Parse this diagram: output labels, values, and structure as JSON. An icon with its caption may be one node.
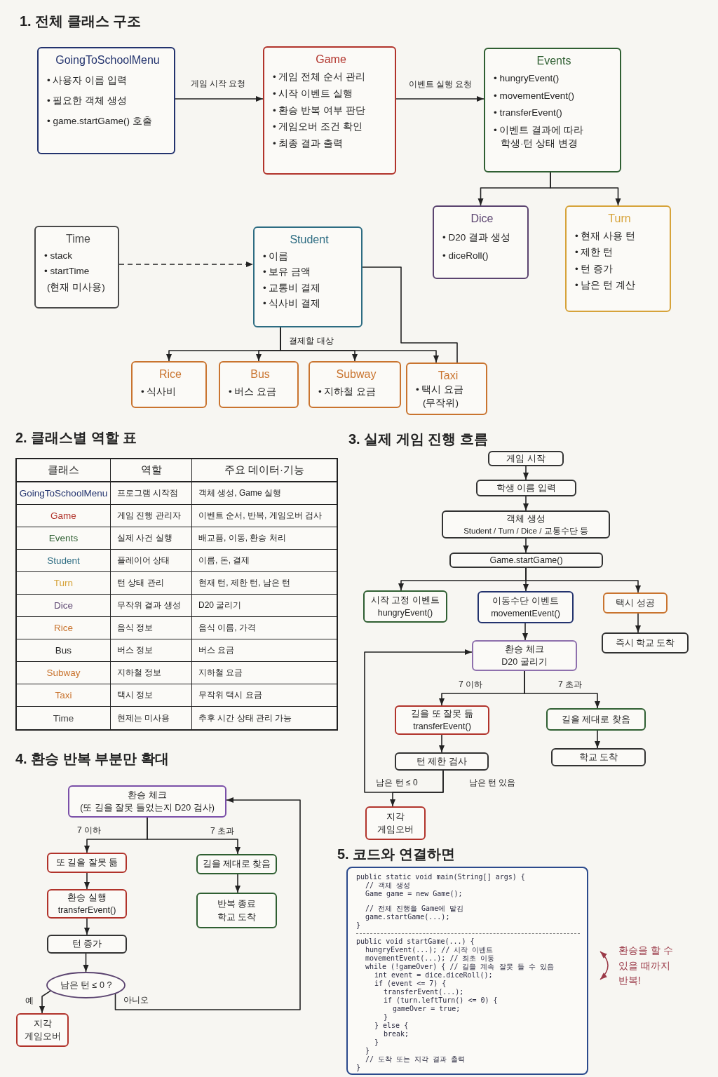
{
  "diagram": {
    "nodes": [
      {
        "text": [
          "GoingToSchoolMenu",
          "• 사용자 이름 입력",
          "• 필요한 객체 생성",
          "• game.startGame() 호출"
        ]
      },
      {
        "text": [
          "Game",
          "• 게임 전체 순서 관리",
          "• 시작 이벤트 실행",
          "• 환승 반복 여부 판단",
          "• 게임오버 조건 확인",
          "• 최종 결과 출력"
        ]
      },
      {
        "text": [
          "Events",
          "• hungryEvent()",
          "• movementEvent()",
          "• transferEvent()",
          "• 이벤트 결과에 따라 학생·턴 상태 변경"
        ]
      },
      {
        "text": [
          "Dice",
          "• D20 결과 생성",
          "• diceRoll()"
        ]
      },
      {
        "text": [
          "Turn",
          "• 현재 사용 턴",
          "• 제한 턴",
          "• 턴 증가",
          "• 남은 턴 계산"
        ]
      },
      {
        "text": [
          "Time",
          "• stack",
          "• startTime",
          "(현재 미사용)"
        ]
      },
      {
        "text": [
          "Student",
          "• 이름",
          "• 보유 금액",
          "• 교통비 결제",
          "• 식사비 결제"
        ]
      },
      {
        "text": [
          "Rice",
          "• 식사비"
        ]
      },
      {
        "text": [
          "Bus",
          "• 버스 요금"
        ]
      },
      {
        "text": [
          "Subway",
          "• 지하철 요금"
        ]
      },
      {
        "text": [
          "Taxi",
          "• 택시 요금 (무작위)"
        ]
      },
      {
        "text": [
          "게임 시작"
        ]
      },
      {
        "text": [
          "학생 이름 입력"
        ]
      },
      {
        "text": [
          "객체 생성",
          "Student / Turn / Dice / 교통수단 등"
        ]
      },
      {
        "text": [
          "Game.startGame()"
        ]
      },
      {
        "text": [
          "시작 고정 이벤트",
          "hungryEvent()"
        ]
      },
      {
        "text": [
          "이동수단 이벤트",
          "movementEvent()"
        ]
      },
      {
        "text": [
          "택시 성공"
        ]
      },
      {
        "text": [
          "즉시 학교 도착"
        ]
      },
      {
        "text": [
          "환승 체크",
          "D20 굴리기"
        ]
      },
      {
        "text": [
          "길을 또 잘못 듦",
          "transferEvent()"
        ]
      },
      {
        "text": [
          "길을 제대로 찾음"
        ]
      },
      {
        "text": [
          "턴 제한 검사"
        ]
      },
      {
        "text": [
          "학교 도착"
        ]
      },
      {
        "text": [
          "지각",
          "게임오버"
        ]
      },
      {
        "text": [
          "환승 체크",
          "(또 길을 잘못 들었는지 D20 검사)"
        ]
      },
      {
        "text": [
          "또 길을 잘못 듦"
        ]
      },
      {
        "text": [
          "길을 제대로 찾음"
        ]
      },
      {
        "text": [
          "환승 실행",
          "transferEvent()"
        ]
      },
      {
        "text": [
          "반복 종료",
          "학교 도착"
        ]
      },
      {
        "text": [
          "턴 증가"
        ]
      },
      {
        "text": [
          "남은 턴 ≤ 0 ?"
        ]
      },
      {
        "text": [
          "지각",
          "게임오버"
        ]
      },
      {
        "text": [
          "public static void main(String[] args) {",
          "// 객체 생성",
          "Game game = new Game();",
          "// 전체 진행을 Game에 맡김",
          "game.startGame(...);",
          "}",
          "public void startGame(...) {",
          "hungryEvent(...); // 시작 이벤트",
          "movementEvent(...); // 최초 이동",
          "while (!gameOver) { // 길을 계속 잘못 들 수 있음",
          "int event = dice.diceRoll();",
          "if (event <= 7) {",
          "transferEvent(...);",
          "if (turn.leftTurn() <= 0) {",
          "gameOver = true;",
          "}",
          "} else {",
          "break;",
          "}",
          "}",
          "// 도착 또는 지각 결과 출력",
          "}"
        ]
      }
    ],
    "edges": [
      {
        "from": 0,
        "to": 1,
        "arrow": "to",
        "label": "게임 시작 요청"
      },
      {
        "from": 1,
        "to": 2,
        "arrow": "to",
        "label": "이벤트 실행 요청"
      },
      {
        "from": 2,
        "to": 3,
        "arrow": "to"
      },
      {
        "from": 2,
        "to": 4,
        "arrow": "to"
      },
      {
        "from": 5,
        "to": 6,
        "arrow": "to",
        "style": "dashed"
      },
      {
        "from": 6,
        "to": 7,
        "arrow": "to",
        "label": "결제할 대상"
      },
      {
        "from": 6,
        "to": 8,
        "arrow": "to"
      },
      {
        "from": 6,
        "to": 9,
        "arrow": "to"
      },
      {
        "from": 6,
        "to": 10,
        "arrow": "to"
      },
      {
        "from": 6,
        "to": 10,
        "arrow": "none"
      },
      {
        "from": 11,
        "to": 12,
        "arrow": "to"
      },
      {
        "from": 12,
        "to": 13,
        "arrow": "to"
      },
      {
        "from": 13,
        "to": 14,
        "arrow": "to"
      },
      {
        "from": 14,
        "to": 15,
        "arrow": "to"
      },
      {
        "from": 14,
        "to": 16,
        "arrow": "to"
      },
      {
        "from": 14,
        "to": 17,
        "arrow": "to"
      },
      {
        "from": 16,
        "to": 19,
        "arrow": "to"
      },
      {
        "from": 17,
        "to": 18,
        "arrow": "to"
      },
      {
        "from": 19,
        "to": 20,
        "arrow": "to",
        "label": "7 이하"
      },
      {
        "from": 19,
        "to": 21,
        "arrow": "to",
        "label": "7 초과"
      },
      {
        "from": 20,
        "to": 22,
        "arrow": "to"
      },
      {
        "from": 21,
        "to": 23,
        "arrow": "to"
      },
      {
        "from": 22,
        "to": 24,
        "arrow": "to",
        "label": "남은 턴 ≤ 0"
      },
      {
        "from": 22,
        "to": 19,
        "arrow": "to",
        "label": "남은 턴 있음"
      },
      {
        "from": 25,
        "to": 26,
        "arrow": "to",
        "label": "7 이하"
      },
      {
        "from": 25,
        "to": 27,
        "arrow": "to",
        "label": "7 초과"
      },
      {
        "from": 26,
        "to": 28,
        "arrow": "to"
      },
      {
        "from": 27,
        "to": 29,
        "arrow": "to"
      },
      {
        "from": 28,
        "to": 30,
        "arrow": "to"
      },
      {
        "from": 30,
        "to": 31,
        "arrow": "to"
      },
      {
        "from": 31,
        "to": 32,
        "arrow": "to",
        "label": "예"
      },
      {
        "from": 31,
        "to": 25,
        "arrow": "to",
        "label": "아니오"
      }
    ],
    "labels": [
      "1. 전체 클래스 구조",
      "2. 클래스별 역할 표",
      "3. 실제 게임 진행 흐름",
      "클래스",
      "역할",
      "주요 데이터·기능",
      "GoingToSchoolMenu",
      "프로그램 시작점",
      "객체 생성, Game 실행",
      "Game",
      "게임 진행 관리자",
      "이벤트 순서, 반복, 게임오버 검사",
      "Events",
      "실제 사건 실행",
      "배교픔, 이동, 환승 처리",
      "Student",
      "플레이어 상태",
      "이름, 돈, 결제",
      "Turn",
      "턴 상태 관리",
      "현재 턴, 제한 턴, 남은 턴",
      "Dice",
      "무작위 결과 생성",
      "D20 굴리기",
      "Rice",
      "음식 정보",
      "음식 이름, 가격",
      "Bus",
      "버스 정보",
      "버스 요금",
      "Subway",
      "지하철 정보",
      "지하철 요금",
      "Taxi",
      "택시 정보",
      "무작위 택시 요금",
      "Time",
      "현제는 미사용",
      "추후 시간 상태 관리 가능",
      "4. 환승 반복 부분만 확대",
      "5. 코드와 연결하면",
      "환승을 할 수 있을 때까지 반복!"
    ]
  }
}
